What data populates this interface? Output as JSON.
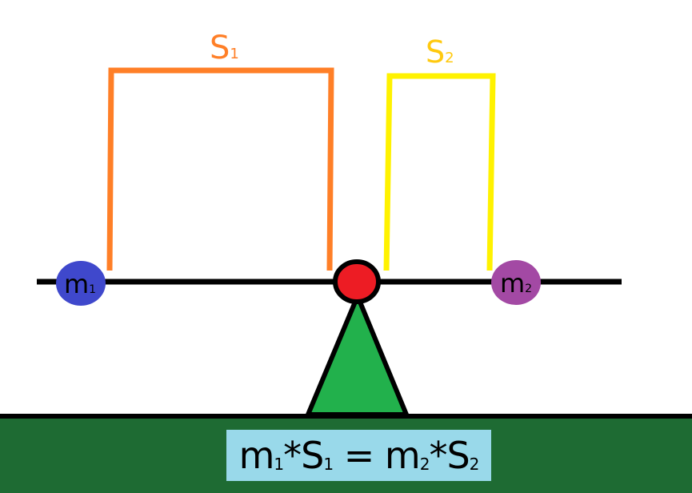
{
  "colors": {
    "background": "#ffffff",
    "ground": "#1e6b33",
    "fulcrum": "#22b14c",
    "pivot": "#ed1c24",
    "beam": "#000000",
    "arm1": "#ff7f27",
    "arm2": "#fff200",
    "mass1": "#3f48cc",
    "mass2": "#a349a4",
    "formula_box": "#99d9ea"
  },
  "icons": {
    "pivot": "red-circle",
    "fulcrum": "green-triangle",
    "mass1": "blue-ellipse",
    "mass2": "purple-ellipse"
  },
  "labels": {
    "s1": {
      "main": "S",
      "sub": "1"
    },
    "s2": {
      "main": "S",
      "sub": "2"
    },
    "m1": {
      "main": "m",
      "sub": "1"
    },
    "m2": {
      "main": "m",
      "sub": "2"
    }
  },
  "formula": {
    "m1": "m",
    "m1_sub": "1",
    "op1": "*",
    "s1": "S",
    "s1_sub": "1",
    "eq": " = ",
    "m2": "m",
    "m2_sub": "2",
    "op2": "*",
    "s2": "S",
    "s2_sub": "2"
  }
}
